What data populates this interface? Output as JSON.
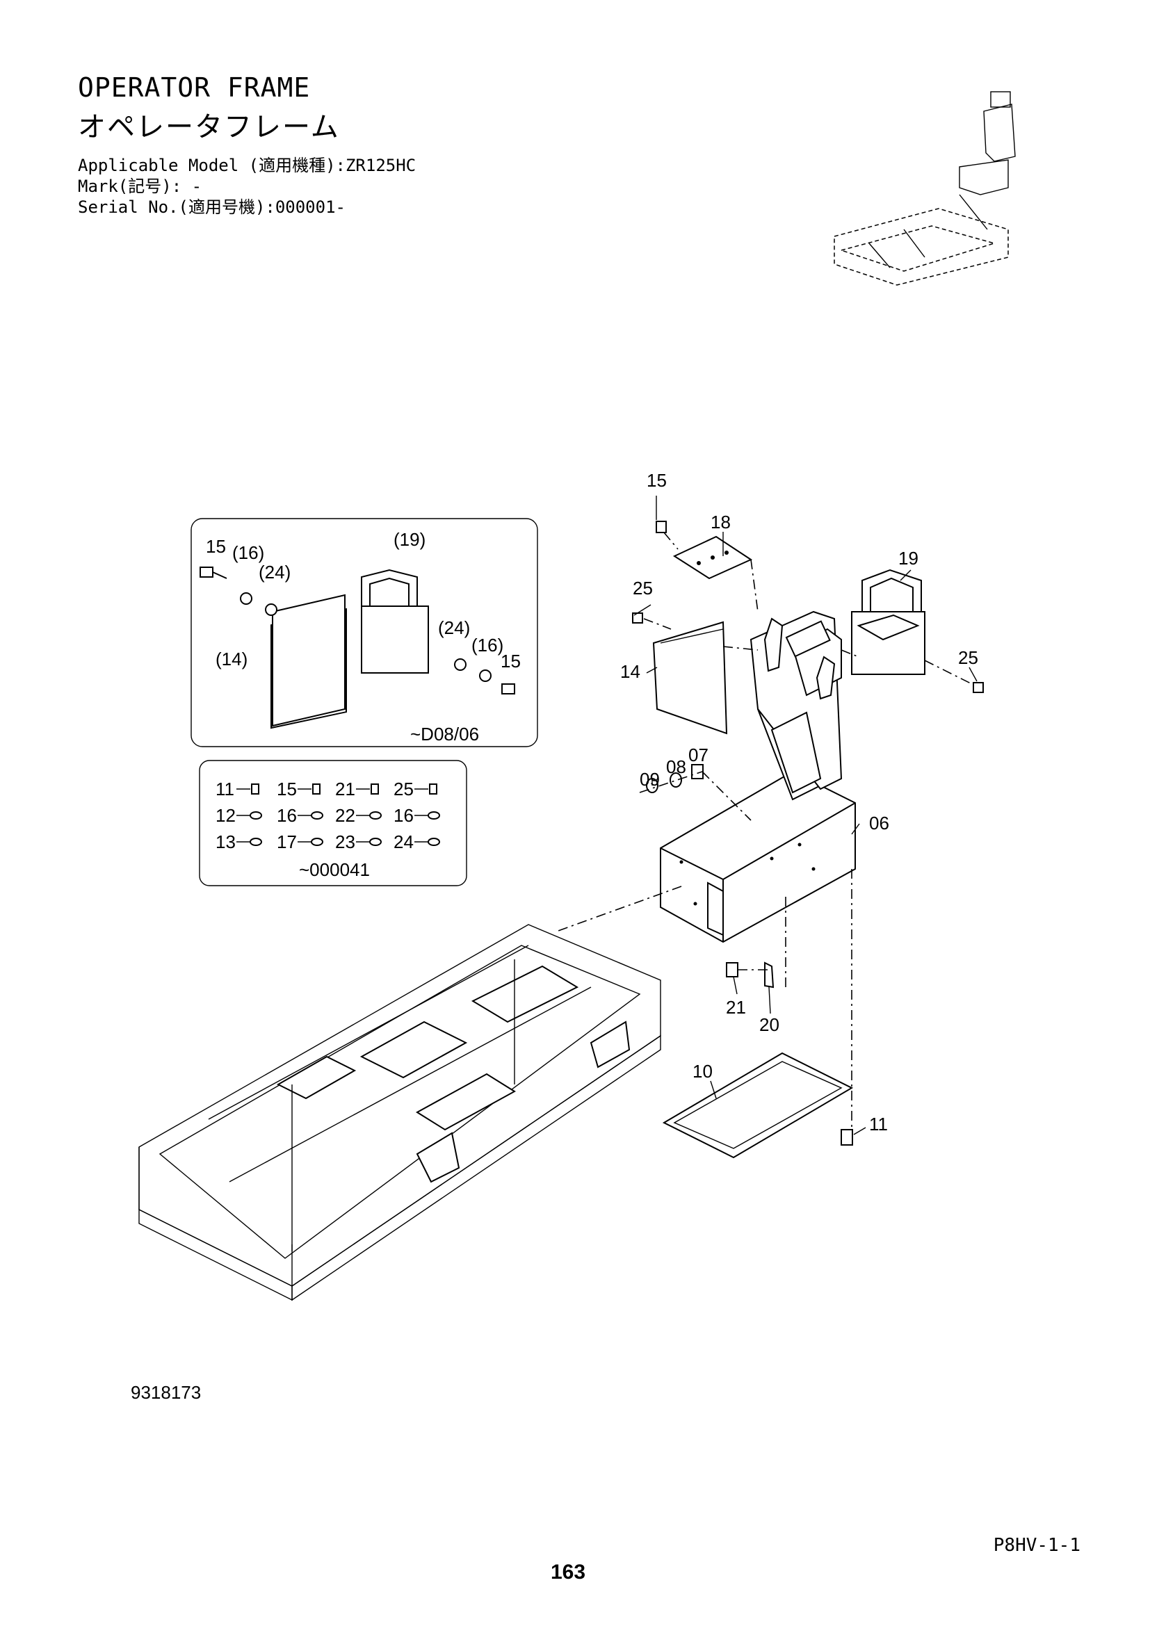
{
  "header": {
    "title_en": "OPERATOR FRAME",
    "title_jp": "オペレータフレーム",
    "applicable_model": "Applicable Model (適用機種):ZR125HC",
    "mark": "Mark(記号): -",
    "serial_no": "Serial No.(適用号機):000001-"
  },
  "inset_old": {
    "serial_note": "~D08/06",
    "labels": [
      "15",
      "(16)",
      "(24)",
      "(19)",
      "(14)",
      "(24)",
      "(16)",
      "15"
    ]
  },
  "inset_hardware": {
    "serial_note": "~000041",
    "rows": [
      [
        "11",
        "15",
        "21",
        "25"
      ],
      [
        "12",
        "16",
        "22",
        "16"
      ],
      [
        "13",
        "17",
        "23",
        "24"
      ]
    ]
  },
  "callouts": {
    "c15": "15",
    "c18": "18",
    "c25a": "25",
    "c19": "19",
    "c25b": "25",
    "c14": "14",
    "c09": "09",
    "c08": "08",
    "c07": "07",
    "c06": "06",
    "c21": "21",
    "c20": "20",
    "c10": "10",
    "c11": "11"
  },
  "footer": {
    "part_number": "9318173",
    "page_code": "P8HV-1-1",
    "page_number": "163"
  }
}
